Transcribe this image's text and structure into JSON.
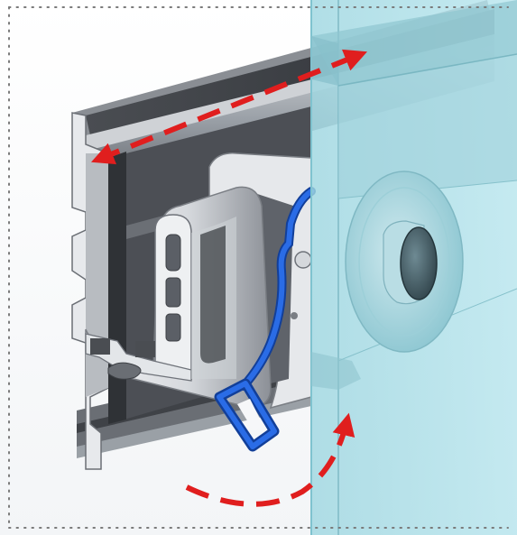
{
  "figure": {
    "subject": "rail-clip-with-panel-illustration",
    "colors": {
      "frame_border": "#7a7a7a",
      "background": "#ffffff",
      "rail_dark": "#55585d",
      "rail_mid": "#7d8187",
      "rail_light": "#c9ccd0",
      "clip_light": "#e3e5e8",
      "clip_shadow": "#6f737a",
      "latch_blue": "#1f5fd6",
      "panel_cyan": "#a9dde6",
      "panel_edge": "#7fc3cf",
      "arrow_red": "#e01e1e"
    },
    "annotations": [
      {
        "meaning": "slide-along-rail",
        "style": "dashed-double-headed-arrow"
      },
      {
        "meaning": "rotate-latch",
        "style": "dashed-curved-arrow"
      }
    ],
    "frame": {
      "style": "dotted"
    }
  }
}
